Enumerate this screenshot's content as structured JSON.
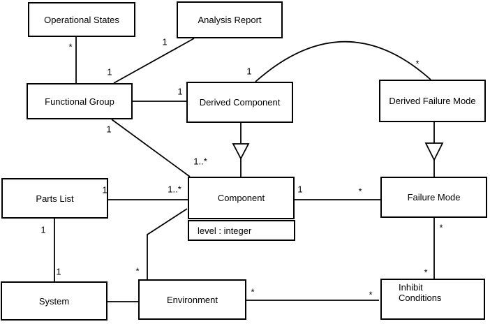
{
  "diagram": {
    "kind": "uml-class-diagram",
    "background_color": "#ffffff",
    "line_color": "#000000",
    "text_color": "#000000"
  },
  "classes": [
    {
      "name": "Operational States"
    },
    {
      "name": "Analysis Report"
    },
    {
      "name": "Functional Group"
    },
    {
      "name": "Derived Component"
    },
    {
      "name": "Derived Failure Mode"
    },
    {
      "name": "Parts List"
    },
    {
      "name": "Component",
      "attributes": [
        "level : integer"
      ]
    },
    {
      "name": "Failure Mode"
    },
    {
      "name": "System"
    },
    {
      "name": "Environment"
    },
    {
      "name": "Inhibit Conditions"
    }
  ],
  "associations": [
    {
      "from": "Operational States",
      "to": "Functional Group",
      "type": "association",
      "from_mult": "*",
      "to_mult": "1"
    },
    {
      "from": "Analysis Report",
      "to": "Functional Group",
      "type": "association",
      "from_mult": "1"
    },
    {
      "from": "Functional Group",
      "to": "Derived Component",
      "type": "association",
      "to_mult": "1"
    },
    {
      "from": "Derived Component",
      "to": "Derived Failure Mode",
      "type": "association-arc",
      "from_mult": "1",
      "to_mult": "*"
    },
    {
      "from": "Functional Group",
      "to": "Component",
      "type": "association",
      "from_mult": "1",
      "to_mult": "1..*"
    },
    {
      "from": "Parts List",
      "to": "Component",
      "type": "association",
      "from_mult": "1",
      "to_mult": "1..*"
    },
    {
      "from": "Component",
      "to": "Failure Mode",
      "type": "association",
      "from_mult": "1",
      "to_mult": "*"
    },
    {
      "from": "Derived Component",
      "to": "Component",
      "type": "generalization"
    },
    {
      "from": "Derived Failure Mode",
      "to": "Failure Mode",
      "type": "generalization"
    },
    {
      "from": "Failure Mode",
      "to": "Inhibit Conditions",
      "type": "association",
      "from_mult": "*",
      "to_mult": "*"
    },
    {
      "from": "Environment",
      "to": "Inhibit Conditions",
      "type": "association",
      "from_mult": "*",
      "to_mult": "*"
    },
    {
      "from": "Parts List",
      "to": "System",
      "type": "association",
      "from_mult": "1",
      "to_mult": "1"
    },
    {
      "from": "System",
      "to": "Environment",
      "type": "association"
    },
    {
      "from": "Component",
      "to": "Environment",
      "type": "association",
      "to_mult": "*"
    }
  ]
}
